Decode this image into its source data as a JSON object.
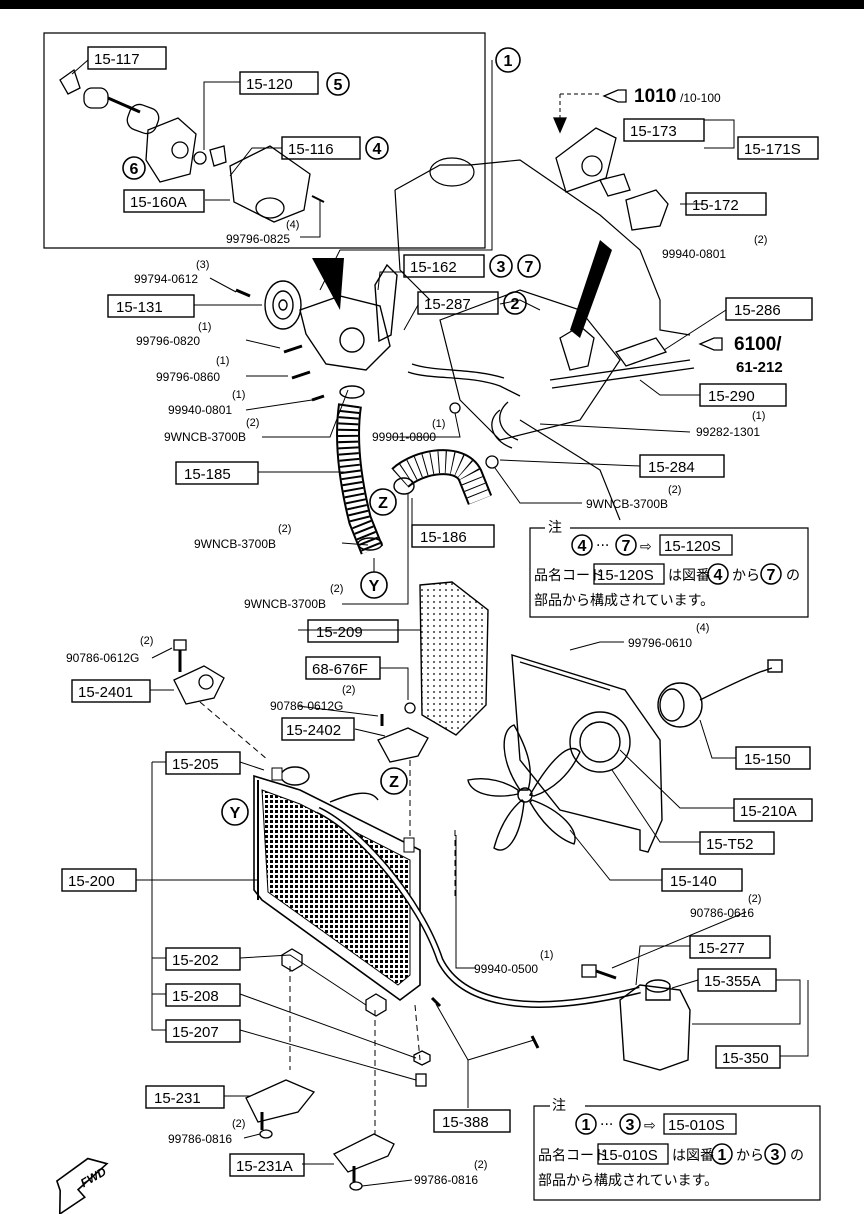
{
  "labels": {
    "p15_117": "15-117",
    "p15_120": "15-120",
    "p15_116": "15-116",
    "p15_160A": "15-160A",
    "p99796_0825": "99796-0825",
    "p15_173": "15-173",
    "p15_171S": "15-171S",
    "p15_172": "15-172",
    "p99940_0801b": "99940-0801",
    "p99794_0612": "99794-0612",
    "p15_131": "15-131",
    "p99796_0820": "99796-0820",
    "p99796_0860": "99796-0860",
    "p99940_0801": "99940-0801",
    "p9WNCB_a": "9WNCB-3700B",
    "p15_162": "15-162",
    "p15_287": "15-287",
    "p15_286": "15-286",
    "p15_290": "15-290",
    "p99901_0800": "99901-0800",
    "p99282_1301": "99282-1301",
    "p15_185": "15-185",
    "p15_284": "15-284",
    "p9WNCB_b": "9WNCB-3700B",
    "p15_186": "15-186",
    "p9WNCB_c": "9WNCB-3700B",
    "p9WNCB_d": "9WNCB-3700B",
    "p15_209": "15-209",
    "p68_676F": "68-676F",
    "p90786_0612G_a": "90786-0612G",
    "p15_2401": "15-2401",
    "p90786_0612G_b": "90786-0612G",
    "p15_2402": "15-2402",
    "p99796_0610": "99796-0610",
    "p15_150": "15-150",
    "p15_205": "15-205",
    "p15_210A": "15-210A",
    "p15_T52": "15-T52",
    "p15_200": "15-200",
    "p15_140": "15-140",
    "p90786_0616": "90786-0616",
    "p15_277": "15-277",
    "p15_355A": "15-355A",
    "p15_202": "15-202",
    "p99940_0500": "99940-0500",
    "p15_208": "15-208",
    "p15_350": "15-350",
    "p15_207": "15-207",
    "p15_231": "15-231",
    "p99786_0816": "99786-0816",
    "p15_388": "15-388",
    "p15_231A": "15-231A",
    "p99786_0816b": "99786-0816"
  },
  "quantities": {
    "q99796_0825": "(4)",
    "q99940_0801b": "(2)",
    "q99794_0612": "(3)",
    "q99796_0820": "(1)",
    "q99796_0860": "(1)",
    "q99940_0801": "(1)",
    "q9WNCB_a": "(2)",
    "q99901_0800": "(1)",
    "q99282_1301": "(1)",
    "q9WNCB_b": "(2)",
    "q9WNCB_c": "(2)",
    "q9WNCB_d": "(2)",
    "q90786_0612G_a": "(2)",
    "q90786_0612G_b": "(2)",
    "q99796_0610": "(4)",
    "q90786_0616": "(2)",
    "q99940_0500": "(1)",
    "q99786_0816": "(2)",
    "q99786_0816b": "(2)"
  },
  "circled": {
    "c1": "1",
    "c5": "5",
    "c4": "4",
    "c6": "6",
    "c3": "3",
    "c7": "7",
    "c2": "2",
    "cZ1": "Z",
    "cY1": "Y",
    "cZ2": "Z",
    "cY2": "Y"
  },
  "references": {
    "r1010_main": "1010",
    "r1010_sub": "/10-100",
    "r6100_main": "6100/",
    "r6100_sub": "61-212"
  },
  "note1": {
    "title": "注",
    "range_from": "4",
    "range_to": "7",
    "ellipsis": "···",
    "arrow": "⇨",
    "target": "15-120S",
    "line2_a": "品名コード",
    "line2_code": "15-120S",
    "line2_b": "は図番",
    "line2_from": "4",
    "line2_c": "から",
    "line2_to": "7",
    "line2_d": "の",
    "line3": "部品から構成されています。"
  },
  "note2": {
    "title": "注",
    "range_from": "1",
    "range_to": "3",
    "ellipsis": "···",
    "arrow": "⇨",
    "target": "15-010S",
    "line2_a": "品名コード",
    "line2_code": "15-010S",
    "line2_b": "は図番",
    "line2_from": "1",
    "line2_c": "から",
    "line2_to": "3",
    "line2_d": "の",
    "line3": "部品から構成されています。"
  },
  "fwd": "FWD"
}
